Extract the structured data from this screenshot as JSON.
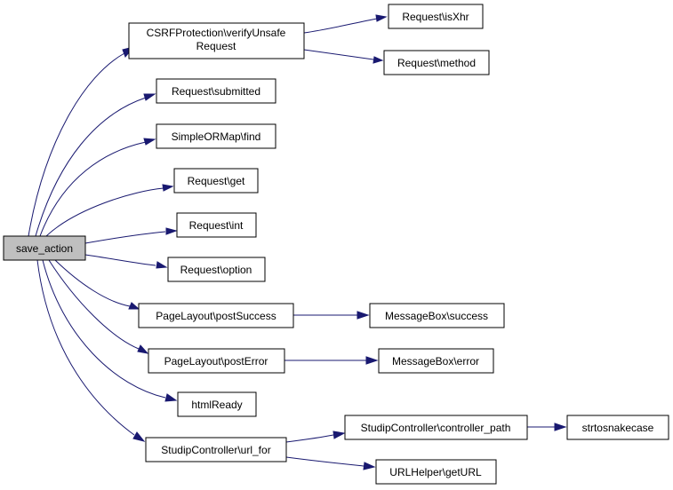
{
  "nodes": {
    "save_action": "save_action",
    "csrf": [
      "CSRFProtection\\verifyUnsafe",
      "Request"
    ],
    "isxhr": "Request\\isXhr",
    "method": "Request\\method",
    "submitted": "Request\\submitted",
    "find": "SimpleORMap\\find",
    "get": "Request\\get",
    "int": "Request\\int",
    "option": "Request\\option",
    "postsuccess": "PageLayout\\postSuccess",
    "mbsuccess": "MessageBox\\success",
    "posterror": "PageLayout\\postError",
    "mberror": "MessageBox\\error",
    "htmlready": "htmlReady",
    "urlfor": "StudipController\\url_for",
    "controllerpath": "StudipController\\controller_path",
    "strtosnake": "strtosnakecase",
    "geturl": "URLHelper\\getURL"
  },
  "edges": [
    [
      "save_action",
      "csrf"
    ],
    [
      "csrf",
      "isxhr"
    ],
    [
      "csrf",
      "method"
    ],
    [
      "save_action",
      "submitted"
    ],
    [
      "save_action",
      "find"
    ],
    [
      "save_action",
      "get"
    ],
    [
      "save_action",
      "int"
    ],
    [
      "save_action",
      "option"
    ],
    [
      "save_action",
      "postsuccess"
    ],
    [
      "postsuccess",
      "mbsuccess"
    ],
    [
      "save_action",
      "posterror"
    ],
    [
      "posterror",
      "mberror"
    ],
    [
      "save_action",
      "htmlready"
    ],
    [
      "save_action",
      "urlfor"
    ],
    [
      "urlfor",
      "controllerpath"
    ],
    [
      "controllerpath",
      "strtosnake"
    ],
    [
      "urlfor",
      "geturl"
    ]
  ]
}
